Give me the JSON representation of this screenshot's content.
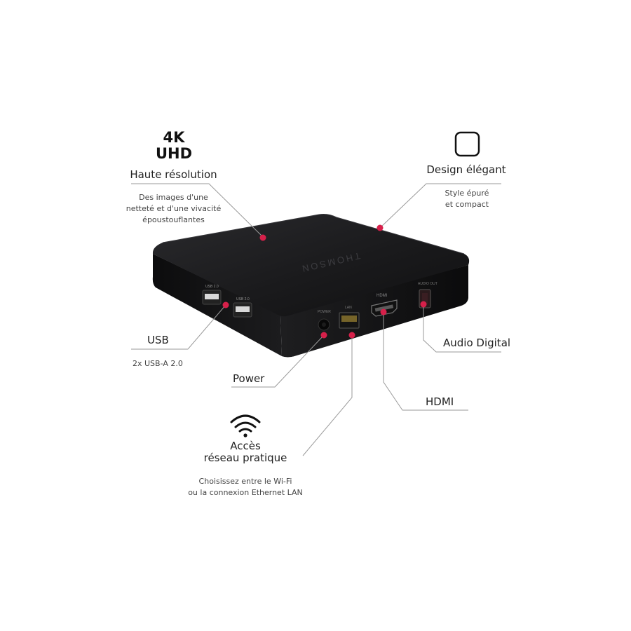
{
  "device": {
    "brand_mark": "THOMSON",
    "port_labels": {
      "usb1": "USB 2.0",
      "usb2": "USB 2.0",
      "power": "POWER",
      "lan": "LAN",
      "hdmi": "HDMI",
      "audio_out": "AUDIO OUT"
    }
  },
  "features": {
    "uhd": {
      "title_line1": "4K",
      "title_line2": "UHD",
      "heading": "Haute résolution",
      "desc_line1": "Des images d'une",
      "desc_line2": "netteté et d'une vivacité",
      "desc_line3": "époustouflantes"
    },
    "design": {
      "heading": "Design élégant",
      "desc_line1": "Style épuré",
      "desc_line2": "et compact",
      "icon": "rounded-square-icon"
    },
    "usb": {
      "heading": "USB",
      "desc": "2x USB-A 2.0"
    },
    "power": {
      "heading": "Power"
    },
    "audio": {
      "heading": "Audio Digital"
    },
    "hdmi": {
      "heading": "HDMI"
    },
    "network": {
      "icon": "wifi-icon",
      "heading_line1": "Accès",
      "heading_line2": "réseau pratique",
      "desc_line1": "Choisissez entre le Wi-Fi",
      "desc_line2": "ou la connexion Ethernet LAN"
    }
  },
  "colors": {
    "accent_dot": "#d6204a",
    "leader_line": "#999999",
    "box_top": "#1b1b1d",
    "box_side": "#0d0d0e"
  }
}
